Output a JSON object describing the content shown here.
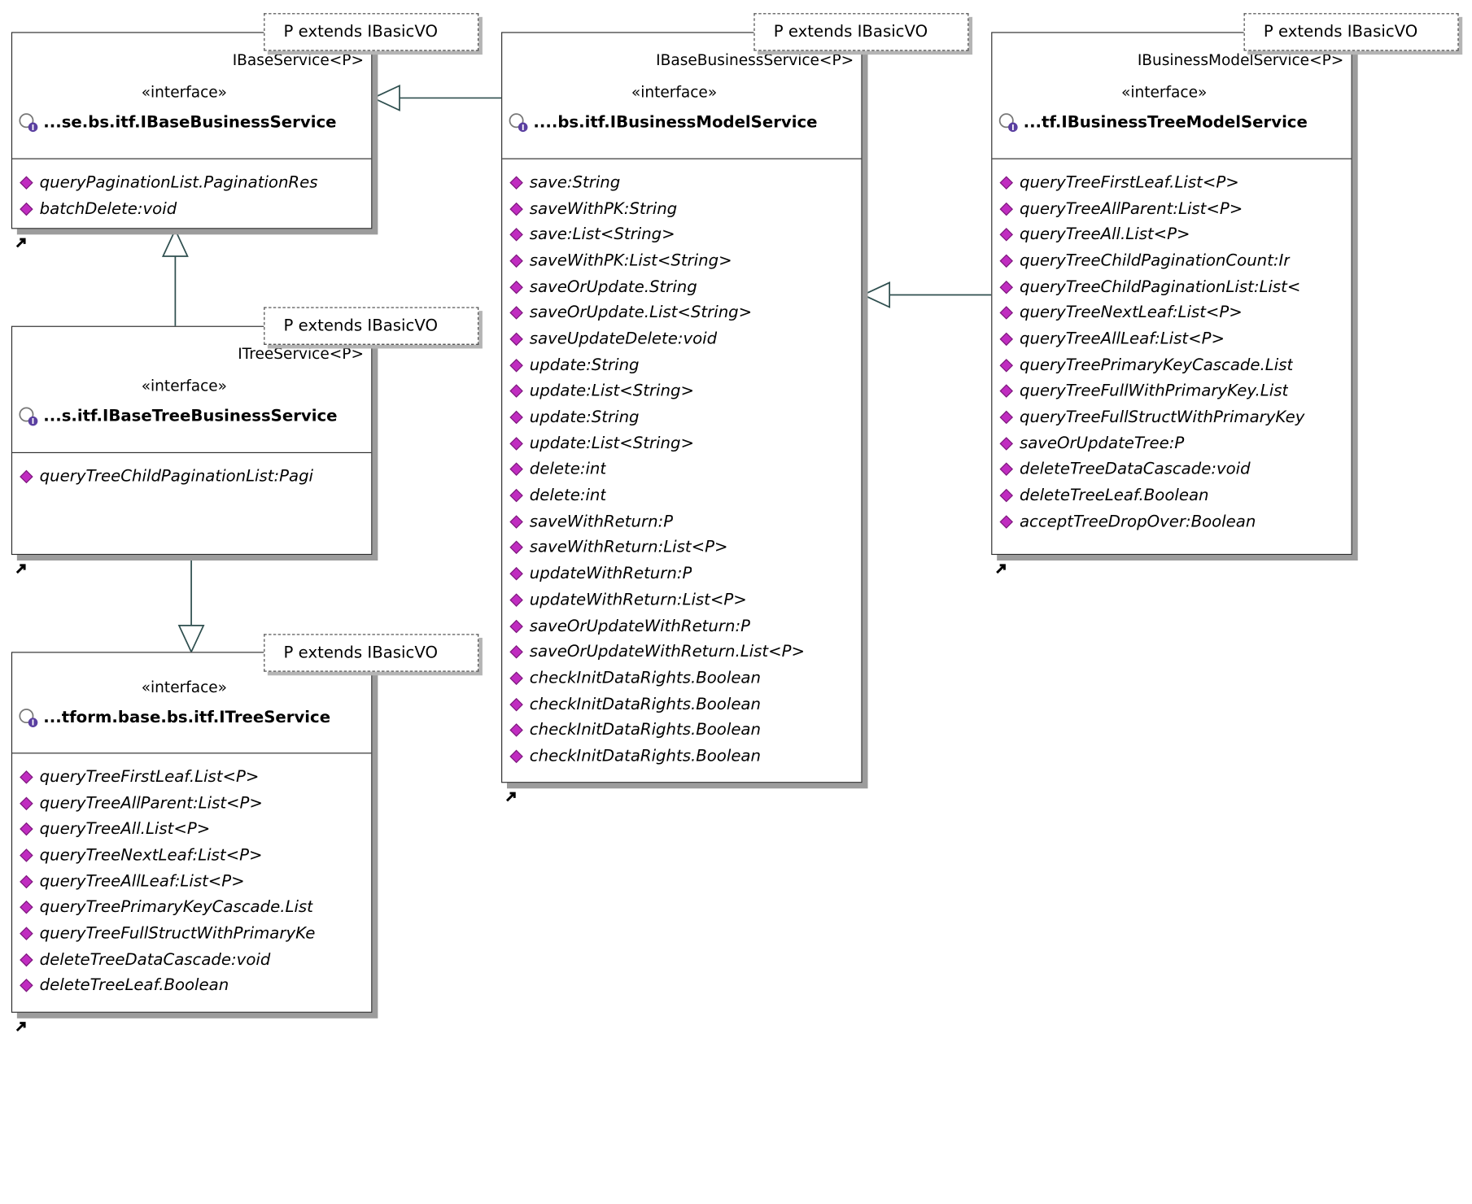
{
  "template_param": "P extends IBasicVO",
  "stereotype": "«interface»",
  "icons": {
    "interface": "interface-class-icon",
    "operation": "operation-diamond-icon",
    "shortcut": "shortcut-arrow-icon"
  },
  "colors": {
    "operation": "#c02cc0",
    "line": "#2f4f4f",
    "shadow": "#9c9c9c"
  },
  "boxes": {
    "ibaseservice": {
      "binding": "IBaseService<P>",
      "name": "...se.bs.itf.IBaseBusinessService",
      "ops": [
        "queryPaginationList.PaginationRes",
        "batchDelete:void"
      ]
    },
    "itreeservice": {
      "binding": "ITreeService<P>",
      "name": "...s.itf.IBaseTreeBusinessService",
      "ops": [
        "queryTreeChildPaginationList:Pagi"
      ]
    },
    "itree": {
      "binding": "",
      "name": "...tform.base.bs.itf.ITreeService",
      "ops": [
        "queryTreeFirstLeaf.List<P>",
        "queryTreeAllParent:List<P>",
        "queryTreeAll.List<P>",
        "queryTreeNextLeaf:List<P>",
        "queryTreeAllLeaf:List<P>",
        "queryTreePrimaryKeyCascade.List",
        "queryTreeFullStructWithPrimaryKe",
        "deleteTreeDataCascade:void",
        "deleteTreeLeaf.Boolean"
      ]
    },
    "ibasebusiness": {
      "binding": "IBaseBusinessService<P>",
      "name": "....bs.itf.IBusinessModelService",
      "ops": [
        "save:String",
        "saveWithPK:String",
        "save:List<String>",
        "saveWithPK:List<String>",
        "saveOrUpdate.String",
        "saveOrUpdate.List<String>",
        "saveUpdateDelete:void",
        "update:String",
        "update:List<String>",
        "update:String",
        "update:List<String>",
        "delete:int",
        "delete:int",
        "saveWithReturn:P",
        "saveWithReturn:List<P>",
        "updateWithReturn:P",
        "updateWithReturn:List<P>",
        "saveOrUpdateWithReturn:P",
        "saveOrUpdateWithReturn.List<P>",
        "checkInitDataRights.Boolean",
        "checkInitDataRights.Boolean",
        "checkInitDataRights.Boolean",
        "checkInitDataRights.Boolean"
      ]
    },
    "ibusinessmodel": {
      "binding": "IBusinessModelService<P>",
      "name": "...tf.IBusinessTreeModelService",
      "ops": [
        "queryTreeFirstLeaf.List<P>",
        "queryTreeAllParent:List<P>",
        "queryTreeAll.List<P>",
        "queryTreeChildPaginationCount:Ir",
        "queryTreeChildPaginationList:List<",
        "queryTreeNextLeaf:List<P>",
        "queryTreeAllLeaf:List<P>",
        "queryTreePrimaryKeyCascade.List",
        "queryTreeFullWithPrimaryKey.List",
        "queryTreeFullStructWithPrimaryKey",
        "saveOrUpdateTree:P",
        "deleteTreeDataCascade:void",
        "deleteTreeLeaf.Boolean",
        "acceptTreeDropOver:Boolean"
      ]
    }
  }
}
